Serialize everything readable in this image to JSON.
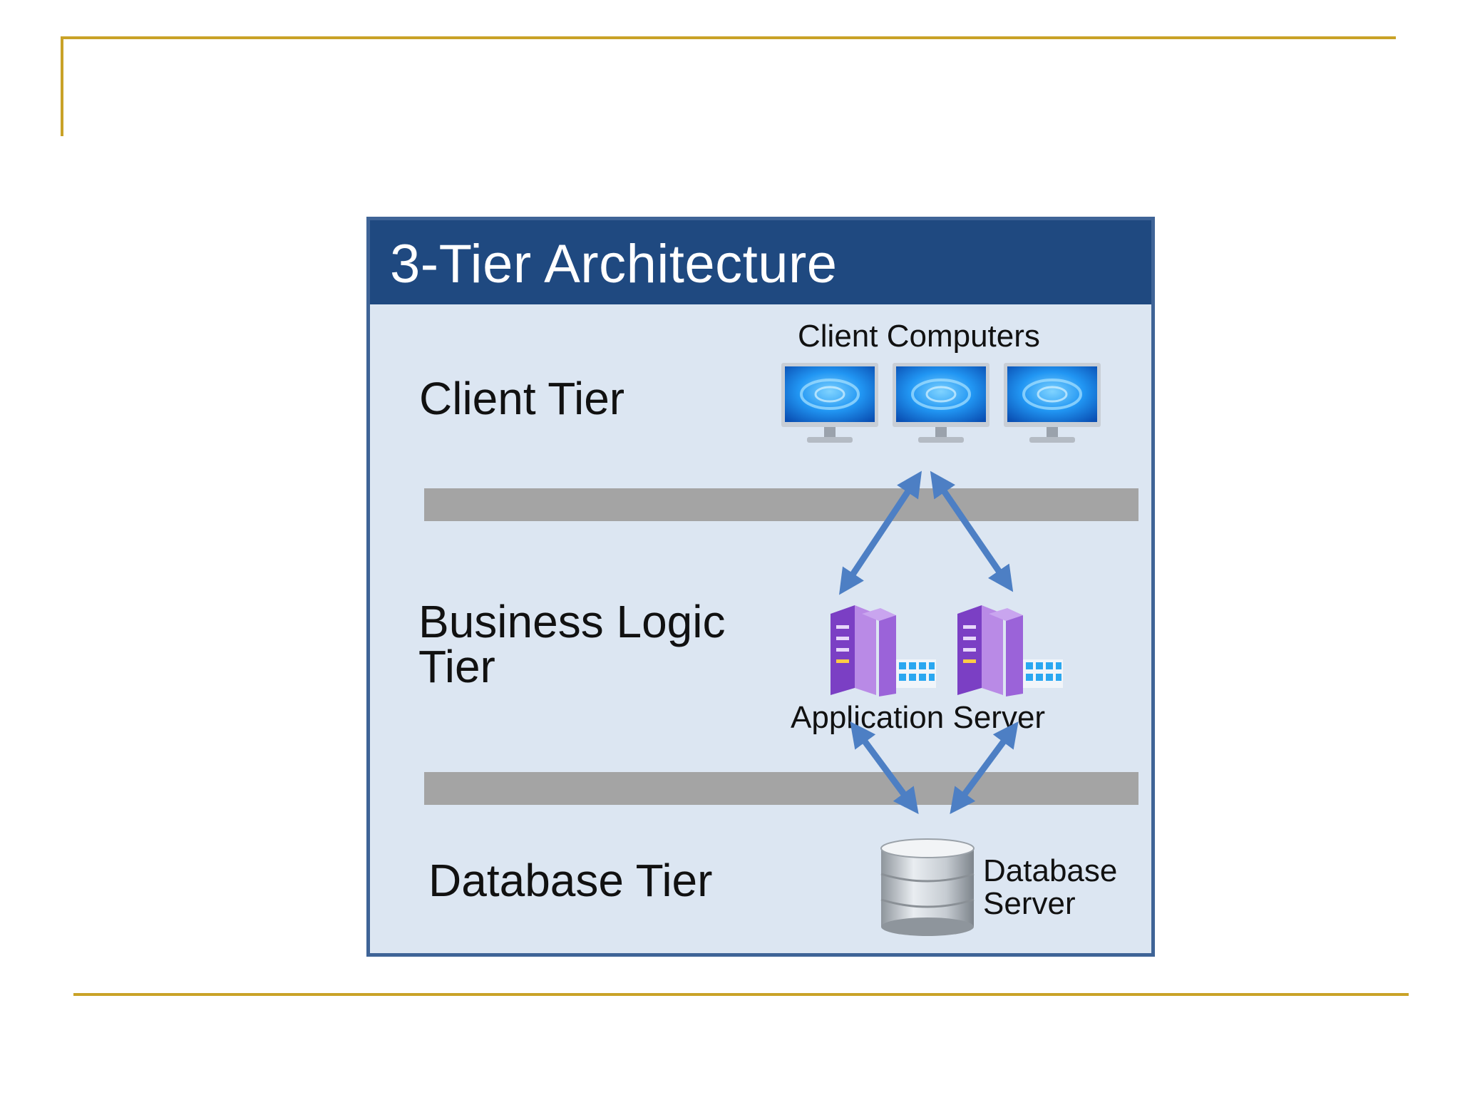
{
  "diagram": {
    "title": "3-Tier Architecture",
    "tiers": {
      "client": "Client Tier",
      "business_line1": "Business Logic",
      "business_line2": "Tier",
      "database": "Database Tier"
    },
    "labels": {
      "client_computers": "Client Computers",
      "application_server": "Application Server",
      "database_server_line1": "Database",
      "database_server_line2": "Server"
    },
    "icons": {
      "monitor": "monitor-icon",
      "server": "server-rack-icon",
      "database": "database-cylinder-icon",
      "arrow": "double-headed-arrow-icon"
    },
    "colors": {
      "header": "#1f4980",
      "panel": "#dce6f2",
      "frame_border": "#3f6497",
      "band": "#a4a4a4",
      "arrow": "#4d7fc4",
      "slide_rule": "#c9a227"
    }
  }
}
